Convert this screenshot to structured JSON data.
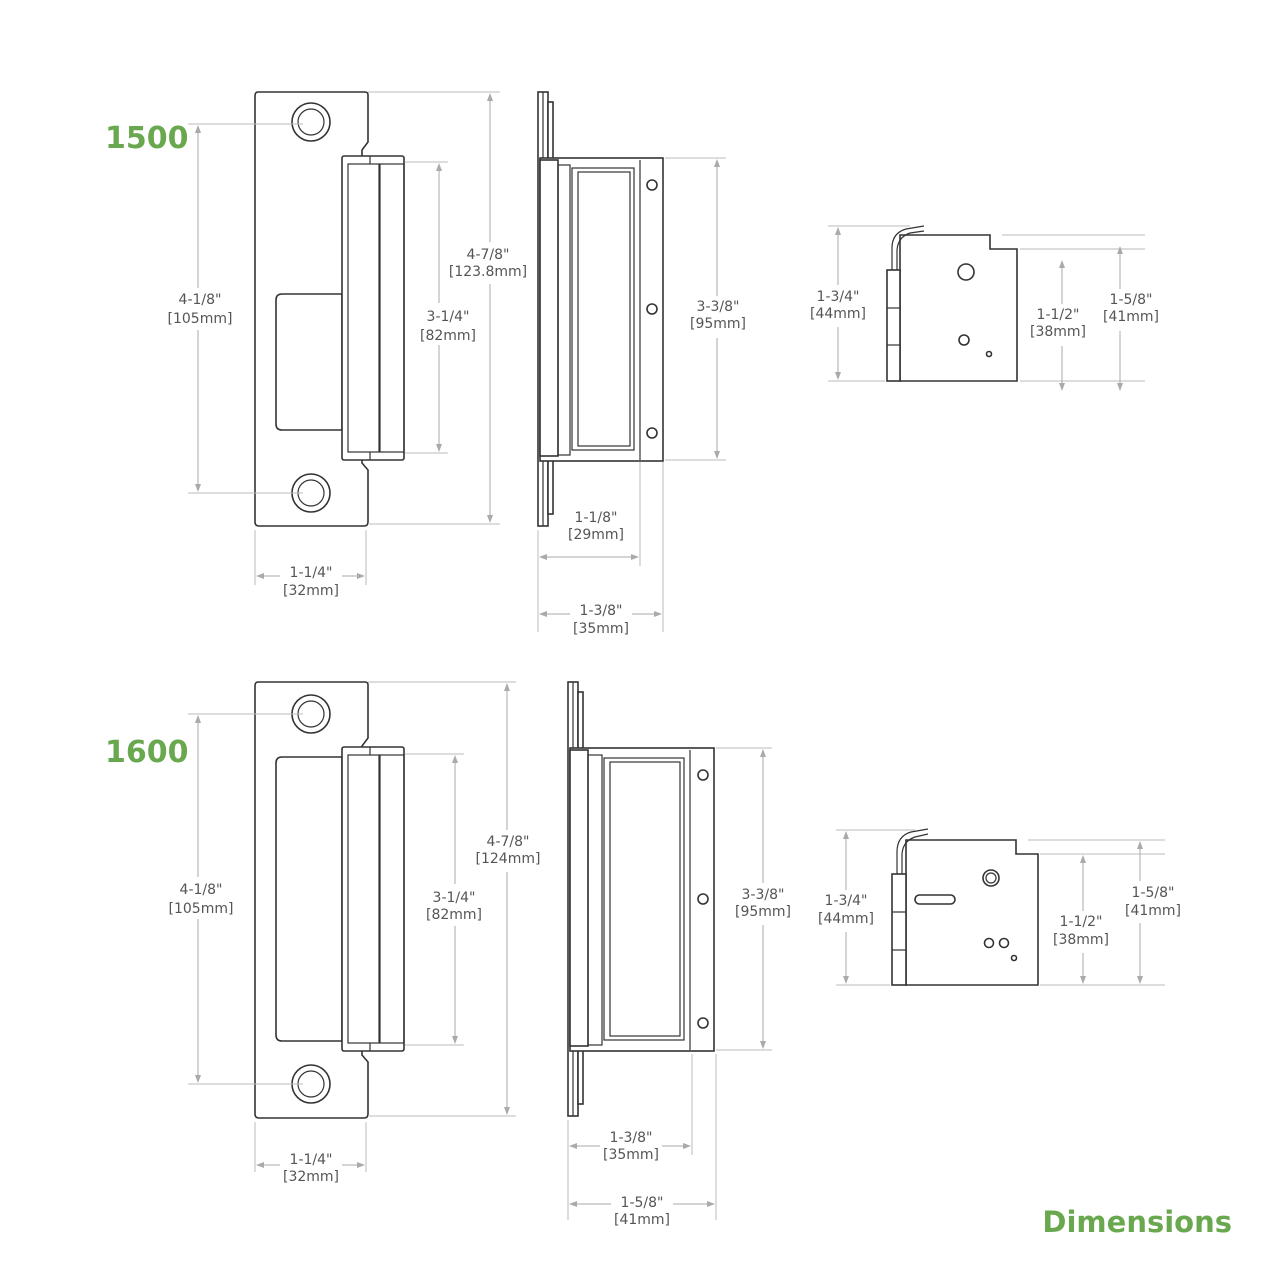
{
  "models": [
    {
      "name": "1500",
      "faceplate": {
        "overall_height": "4-7/8\"",
        "overall_height_mm": "[123.8mm]",
        "hole_spacing": "4-1/8\"",
        "hole_spacing_mm": "[105mm]",
        "keeper_height": "3-1/4\"",
        "keeper_height_mm": "[82mm]",
        "width": "1-1/4\"",
        "width_mm": "[32mm]"
      },
      "side": {
        "body_height": "3-3/8\"",
        "body_height_mm": "[95mm]",
        "depth_a": "1-1/8\"",
        "depth_a_mm": "[29mm]",
        "depth_b": "1-3/8\"",
        "depth_b_mm": "[35mm]"
      },
      "end": {
        "height_a": "1-3/4\"",
        "height_a_mm": "[44mm]",
        "height_b": "1-1/2\"",
        "height_b_mm": "[38mm]",
        "height_c": "1-5/8\"",
        "height_c_mm": "[41mm]"
      }
    },
    {
      "name": "1600",
      "faceplate": {
        "overall_height": "4-7/8\"",
        "overall_height_mm": "[124mm]",
        "hole_spacing": "4-1/8\"",
        "hole_spacing_mm": "[105mm]",
        "keeper_height": "3-1/4\"",
        "keeper_height_mm": "[82mm]",
        "width": "1-1/4\"",
        "width_mm": "[32mm]"
      },
      "side": {
        "body_height": "3-3/8\"",
        "body_height_mm": "[95mm]",
        "depth_a": "1-3/8\"",
        "depth_a_mm": "[35mm]",
        "depth_b": "1-5/8\"",
        "depth_b_mm": "[41mm]"
      },
      "end": {
        "height_a": "1-3/4\"",
        "height_a_mm": "[44mm]",
        "height_b": "1-1/2\"",
        "height_b_mm": "[38mm]",
        "height_c": "1-5/8\"",
        "height_c_mm": "[41mm]"
      }
    }
  ],
  "footer_title": "Dimensions",
  "colors": {
    "accent": "#6aa84f",
    "outline": "#333333",
    "dimension": "#aaaaaa",
    "text": "#555555"
  }
}
